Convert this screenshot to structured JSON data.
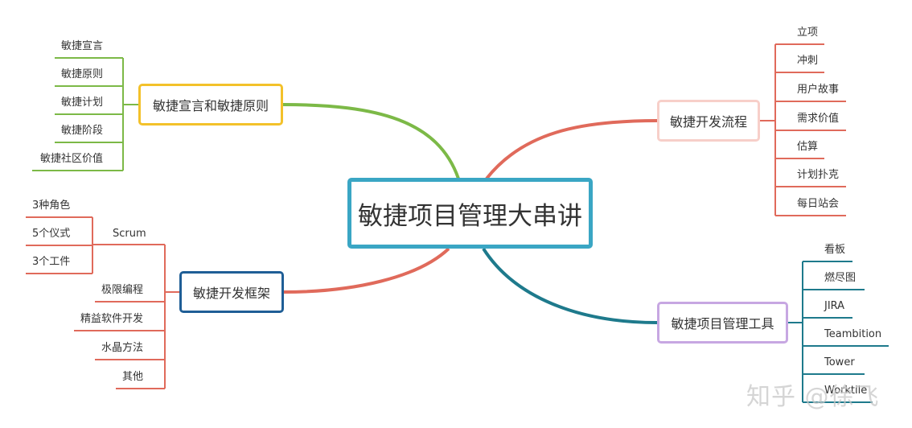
{
  "central": {
    "label": "敏捷项目管理大串讲",
    "color": "#3aa6c4"
  },
  "branches": {
    "manifesto": {
      "label": "敏捷宣言和敏捷原则",
      "color": "#7cb947",
      "border": "#f3c12a",
      "children": [
        "敏捷宣言",
        "敏捷原则",
        "敏捷计划",
        "敏捷阶段",
        "敏捷社区价值"
      ]
    },
    "flow": {
      "label": "敏捷开发流程",
      "color": "#e06a5b",
      "border": "#f7cfc9",
      "children": [
        "立项",
        "冲刺",
        "用户故事",
        "需求价值",
        "估算",
        "计划扑克",
        "每日站会"
      ]
    },
    "framework": {
      "label": "敏捷开发框架",
      "color": "#e06a5b",
      "border": "#1f5e96",
      "scrum": {
        "label": "Scrum",
        "children": [
          "3种角色",
          "5个仪式",
          "3个工件"
        ]
      },
      "children": [
        "极限编程",
        "精益软件开发",
        "水晶方法",
        "其他"
      ]
    },
    "tools": {
      "label": "敏捷项目管理工具",
      "color": "#1e7a8c",
      "border": "#c7a7e2",
      "children": [
        "看板",
        "燃尽图",
        "JIRA",
        "Teambition",
        "Tower",
        "Worktile"
      ]
    }
  },
  "watermark": "知乎 @徐飞"
}
